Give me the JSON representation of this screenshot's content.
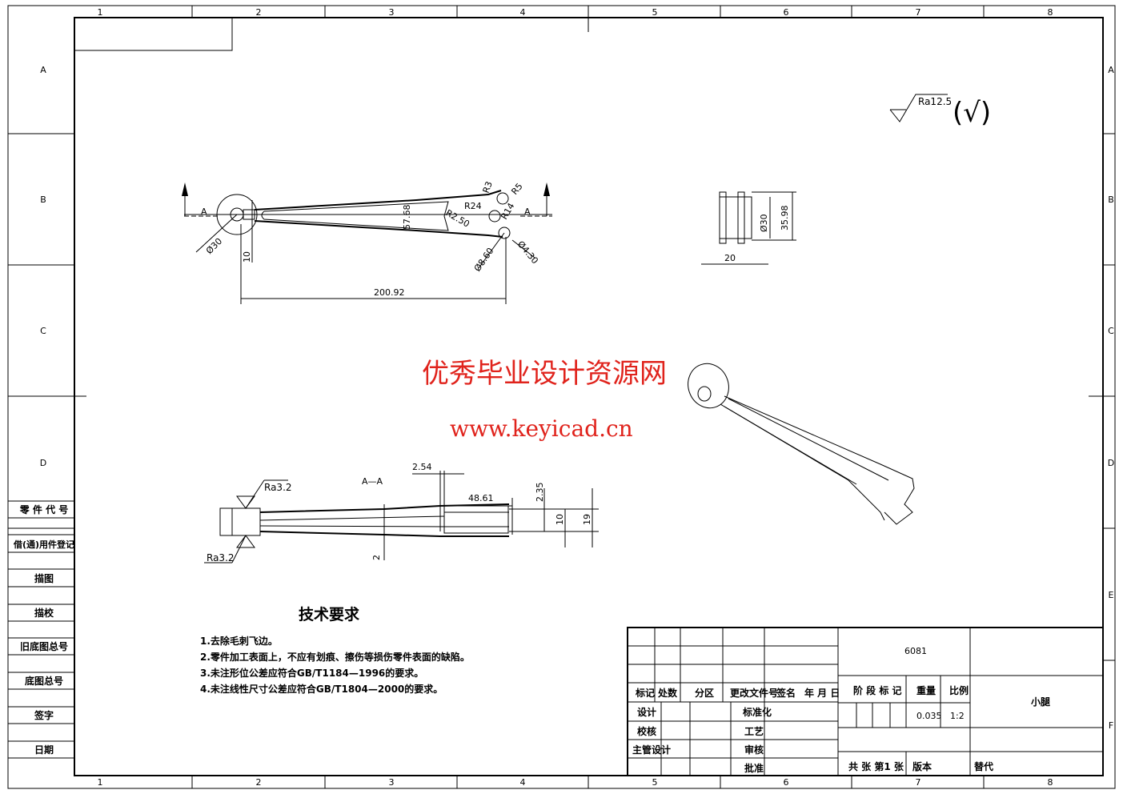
{
  "frame": {
    "columns": [
      "1",
      "2",
      "3",
      "4",
      "5",
      "6",
      "7",
      "8"
    ],
    "rows": [
      "A",
      "B",
      "C",
      "D",
      "E",
      "F"
    ]
  },
  "left_table": [
    "零 件 代 号",
    "借(通)用件登记",
    "描图",
    "描校",
    "旧底图总号",
    "底图总号",
    "签字",
    "日期"
  ],
  "surface_finish": {
    "main": "Ra12.5",
    "bracket": "(√)"
  },
  "front_view": {
    "section_label": "A",
    "dims": {
      "dia30": "Ø30",
      "d10": "10",
      "d200": "200.92",
      "d57": "57.68",
      "r250": "R2.50",
      "r3": "R3",
      "r5": "R5",
      "r24": "R24",
      "r14": "R14",
      "dia860": "Ø8.60",
      "dia430": "Ø4.30"
    }
  },
  "side_view": {
    "dims": {
      "dia30": "Ø30",
      "d3598": "35.98",
      "d20": "20"
    }
  },
  "section_view": {
    "title": "A—A",
    "dims": {
      "d254": "2.54",
      "d4861": "48.61",
      "d235": "2.35",
      "d10": "10",
      "d19": "19",
      "d2": "2"
    },
    "ra_top": "Ra3.2",
    "ra_bottom": "Ra3.2"
  },
  "watermark": {
    "title": "优秀毕业设计资源网",
    "url": "www.keyicad.cn"
  },
  "tech_requirements": {
    "title": "技术要求",
    "items": [
      "1.去除毛刺飞边。",
      "2.零件加工表面上，不应有划痕、擦伤等损伤零件表面的缺陷。",
      "3.未注形位公差应符合GB/T1184—1996的要求。",
      "4.未注线性尺寸公差应符合GB/T1804—2000的要求。"
    ]
  },
  "title_block": {
    "header": [
      "标记",
      "处数",
      "分区",
      "更改文件号",
      "签名",
      "年 月 日"
    ],
    "roles": [
      "设计",
      "校核",
      "主管设计"
    ],
    "roles2": [
      "标准化",
      "工艺",
      "审核",
      "批准"
    ],
    "material": "6081",
    "stage_label": "阶 段 标 记",
    "weight_label": "重量",
    "scale_label": "比例",
    "weight": "0.035",
    "scale": "1:2",
    "part_name": "小腿",
    "sheets": "共  张 第1 张",
    "version": "版本",
    "replace": "替代"
  }
}
